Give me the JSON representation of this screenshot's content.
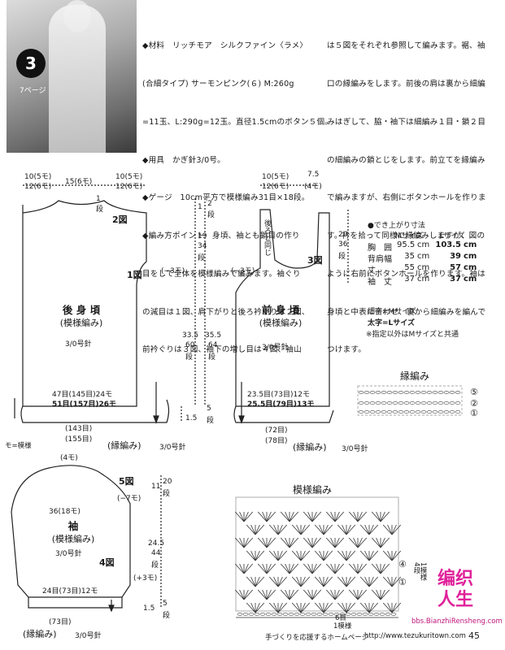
{
  "header": {
    "badge": "3",
    "page_ref": "7ページ",
    "col1": [
      "◆材料　リッチモア　シルクファイン〈ラメ〉",
      "(合細タイプ) サーモンピンク(６) M:260g",
      "=11玉、L:290g=12玉。直径1.5cmのボタン５個。",
      "◆用具　かぎ針3/0号。",
      "◆ゲージ　10cm平方で模様編み31目×18段。",
      "◆編み方ポイント　身頃、袖とも鎖目の作り",
      "目をして全体を模様編みで編みます。袖ぐり",
      "の減目は１図、肩下がりと後ろ衿ぐりは２図、",
      "前衿ぐりは３図、袖下の増し目は４図、袖山"
    ],
    "col2": [
      "は５図をそれぞれ参照して編みます。裾、袖",
      "口の縁編みをします。前後の肩は裏から細編",
      "みはぎして、脇・袖下は細編み１目・鎖２目",
      "の細編みの鎖とじをします。前立てを縁編み",
      "で編みますが、右側にボタンホールを作りま",
      "す。衿を拾って同様に縁編みしますが、図の",
      "ように右前にボタンホールを作ります。袖は",
      "身頃と中表に合わせ、裏から細編みを編んで",
      "つけます。"
    ]
  },
  "back": {
    "top_l1": "10(5モ)",
    "top_l2": "12(6モ)",
    "top_c": "15(6モ)",
    "top_r1": "10(5モ)",
    "top_r2": "12(6モ)",
    "dan1": "1",
    "dan1b": "段",
    "fig2": "2図",
    "fig1": "1図",
    "minus3": "(−3モ)",
    "title1": "後 身 頃",
    "title2": "(模様編み)",
    "needle": "3/0号針",
    "row1": "47目(145目)24モ",
    "row2": "51目(157目)26モ",
    "w1": "(143目)",
    "w2": "(155目)",
    "edge": "(縁編み)",
    "edge_needle": "3/0号針",
    "legend": "モ=模様"
  },
  "height": {
    "a1": "1",
    "a2": "2",
    "a3": "段",
    "b1": "19",
    "b2": "34",
    "b3": "段",
    "c1": "33.5",
    "c2": "60",
    "c3": "段",
    "d1": "35.5",
    "d2": "64",
    "d3": "段",
    "e1": "1.5",
    "e2": "5",
    "e3": "段"
  },
  "front": {
    "top_l1": "10(5モ)",
    "top_l2": "12(6モ)",
    "top_r1": "7.5",
    "top_r2": "(4モ)",
    "neck_text": "後ろと同じ",
    "fig3": "3図",
    "minus3": "(−3モ)",
    "h1": "20",
    "h2": "36",
    "h3": "段",
    "title1": "前 身 頃",
    "title2": "(模様編み)",
    "needle": "3/0号針",
    "row1": "23.5目(73目)12モ",
    "row2": "25.5目(79目)13モ",
    "w1": "(72目)",
    "w2": "(78目)",
    "edge": "(縁編み)",
    "edge_needle": "3/0号針"
  },
  "sizes": {
    "heading": "●でき上がり寸法",
    "col_m": "Mサイズ",
    "col_l": "Lサイズ",
    "rows": [
      {
        "label": "胸　囲",
        "m": "95.5",
        "l": "103.5",
        "u": "cm"
      },
      {
        "label": "背肩幅",
        "m": "35",
        "l": "39",
        "u": "cm"
      },
      {
        "label": "丈",
        "m": "55",
        "l": "57",
        "u": "cm"
      },
      {
        "label": "袖　丈",
        "m": "37",
        "l": "37",
        "u": "cm"
      }
    ],
    "note1": "細字=Mサイズ",
    "note2": "太字=Lサイズ",
    "note3": "※指定以外はMサイズと共通"
  },
  "border": {
    "title": "縁編み",
    "r5": "⑤",
    "r2": "②",
    "r1": "①"
  },
  "sleeve": {
    "top": "(4モ)",
    "fig5": "5図",
    "minus7": "(−7モ)",
    "width": "36(18モ)",
    "title1": "袖",
    "title2": "(模様編み)",
    "needle": "3/0号針",
    "fig4": "4図",
    "plus3": "(+3モ)",
    "row": "24目(73目)12モ",
    "w": "(73目)",
    "edge": "(縁編み)",
    "edge_needle": "3/0号針",
    "h_a1": "11",
    "h_a2": "20",
    "h_a3": "段",
    "h_b1": "24.5",
    "h_b2": "44",
    "h_b3": "段",
    "h_c1": "1.5",
    "h_c2": "5",
    "h_c3": "段"
  },
  "pattern": {
    "title": "模様編み",
    "r4": "④",
    "r1": "①",
    "rep_dan": "4段",
    "rep_label": "1模様",
    "rep_me": "6目",
    "rep_me2": "1模様"
  },
  "footer": {
    "caption": "手づくりを応援するホームページ",
    "url": "http://www.tezukuritown.com",
    "page": "45",
    "logo1": "编",
    "logo2": "织",
    "logo3": "人",
    "logo4": "生",
    "logo_url": "bbs.BianzhiRensheng.com"
  }
}
